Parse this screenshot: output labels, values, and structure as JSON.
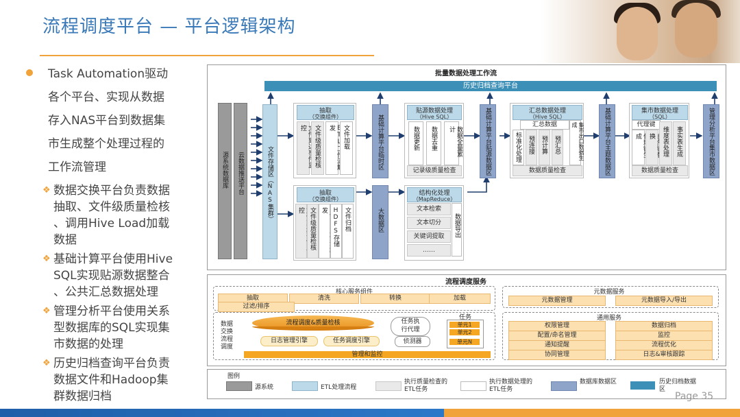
{
  "slide": {
    "title": "流程调度平台 — 平台逻辑架构",
    "page": "Page 35"
  },
  "left": {
    "main_bullet": [
      "Task Automation驱动",
      "各个平台、实现从数据",
      "存入NAS平台到数据集",
      "市生成整个处理过程的",
      "工作流管理"
    ],
    "subs": [
      [
        "数据交换平台负责数据",
        "抽取、文件级质量检核",
        "、调用Hive Load加载",
        "数据"
      ],
      [
        "基础计算平台使用Hive",
        "SQL实现贴源数据整合",
        "、公共汇总数据处理"
      ],
      [
        "管理分析平台使用关系",
        "型数据库的SQL实现集",
        "市数据的处理"
      ],
      [
        "历史归档查询平台负责",
        "数据文件和Hadoop集",
        "群数据归档"
      ]
    ]
  },
  "diagram": {
    "top_title": "批量数据处理工作流",
    "history_bar": "历史归档查询平台",
    "source": "源系统数据库",
    "cloud": "云数据推送平台",
    "nas": "文件存储区（NAS集群）",
    "extract1": {
      "title": "抽取",
      "sub": "（交换组件）",
      "cols": [
        "文件到达事件监控",
        "文件级质量检核",
        "ETL工作流触发",
        "文件加载"
      ]
    },
    "extract2": {
      "title": "抽取",
      "sub": "（交换组件）",
      "cols": [
        "文件到达事件监控",
        "文件级质量检核",
        "ETL工作流触发",
        "HDFS存储",
        "文件归档"
      ]
    },
    "temp_zone": "基础计算平台临时区",
    "bigdata": "大数据区",
    "paste": {
      "title": "贴源数据处理",
      "sub": "（Hive SQL）",
      "cols": [
        "数据更新",
        "数据去重",
        "数据全量累计"
      ],
      "foot": "记录级质量检查"
    },
    "struct": {
      "title": "结构化处理",
      "sub": "（MapReduce）",
      "rows": [
        "文本检索",
        "文本切分",
        "关键词提取",
        "……"
      ],
      "side": "数据导出"
    },
    "paste_zone": "基础计算平台贴源数据区",
    "summary": {
      "title": "汇总数据处理",
      "sub": "（Hive SQL）",
      "label": "汇总数据",
      "cols": [
        "标准化处理",
        "预连接",
        "预计算",
        "预汇总"
      ],
      "side": "集市出口数据生成",
      "foot": "数据质量检查"
    },
    "theme_zone": "基础计算平台主题数据区",
    "mart": {
      "title": "集市数据处理",
      "sub": "（SQL）",
      "label": "代理键",
      "cols": [
        "代理键生成",
        "自然键替换",
        "维度表处理",
        "事实表生成"
      ],
      "foot": "数据质量检查"
    },
    "mart_zone": "管理分析平台集市数据区",
    "scheduler": {
      "title": "流程调度服务",
      "core_title": "核心服务组件",
      "core_items": [
        "抽取",
        "清洗",
        "转换",
        "加载",
        "过滤/排序"
      ],
      "meta_title": "元数据服务",
      "meta_items": [
        "元数据管理",
        "元数据导入/导出"
      ],
      "flow_label": [
        "数据",
        "交换",
        "流程",
        "调度"
      ],
      "engine": "流程调度&质量检核",
      "agent": [
        "任务执",
        "行代理"
      ],
      "log": "日志管理引擎",
      "task_engine": "任务调度引擎",
      "detector": "侦测器",
      "task_title": "任务",
      "task_units": [
        "单元1",
        "单元2",
        "单元N"
      ],
      "mgmt": "管理和监控",
      "common_title": "通用服务",
      "common_items": [
        "权限管理",
        "数据归档",
        "配置/命名管理",
        "监控",
        "通知提醒",
        "流程优化",
        "协同管理",
        "日志&审核跟踪"
      ]
    },
    "legend": {
      "title": "图例",
      "items": [
        "源系统",
        "ETL处理流程",
        "执行质量检查的ETL任务",
        "执行数据处理的ETL任务",
        "数据库数据区",
        "历史归档数据区"
      ]
    }
  }
}
